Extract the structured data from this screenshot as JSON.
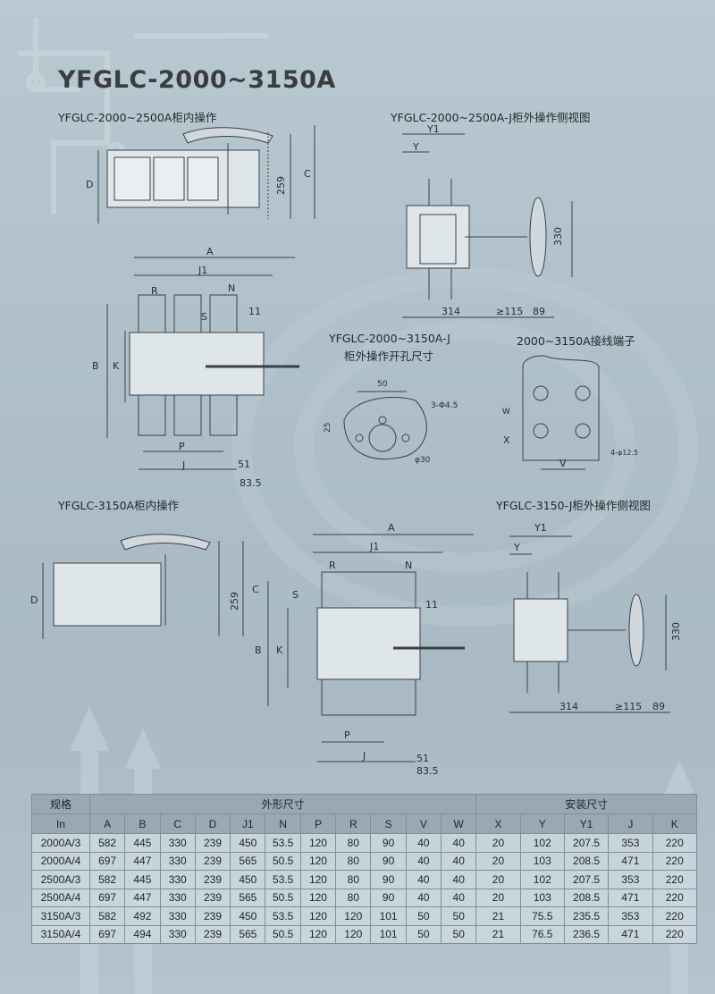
{
  "title": "YFGLC-2000~3150A",
  "drawings": {
    "d1": {
      "caption": "YFGLC-2000~2500A柜内操作",
      "labels": [
        "D",
        "259",
        "C"
      ]
    },
    "d2": {
      "caption": "YFGLC-2000~2500A-J柜外操作侧视图",
      "labels": [
        "Y1",
        "Y",
        "330",
        "314",
        "≥115",
        "89"
      ]
    },
    "d3": {
      "labels": [
        "A",
        "J1",
        "R",
        "N",
        "S",
        "11",
        "B",
        "K",
        "P",
        "J",
        "51",
        "83.5"
      ]
    },
    "d4": {
      "caption_line1": "YFGLC-2000~3150A-J",
      "caption_line2": "柜外操作开孔尺寸",
      "labels": [
        "50",
        "3-Φ4.5",
        "25",
        "φ30"
      ]
    },
    "d5": {
      "caption": "2000~3150A接线端子",
      "labels": [
        "W",
        "X",
        "V",
        "4-φ12.5"
      ]
    },
    "d6": {
      "caption": "YFGLC-3150A柜内操作",
      "labels": [
        "D",
        "259",
        "C"
      ]
    },
    "d7": {
      "labels": [
        "A",
        "J1",
        "R",
        "N",
        "S",
        "11",
        "B",
        "K",
        "P",
        "J",
        "51",
        "83.5"
      ]
    },
    "d8": {
      "caption": "YFGLC-3150-J柜外操作侧视图",
      "labels": [
        "Y1",
        "Y",
        "330",
        "314",
        "≥115",
        "89"
      ]
    }
  },
  "table": {
    "group_headers": {
      "spec": "规格",
      "outline": "外形尺寸",
      "install": "安装尺寸"
    },
    "columns": [
      "In",
      "A",
      "B",
      "C",
      "D",
      "J1",
      "N",
      "P",
      "R",
      "S",
      "V",
      "W",
      "X",
      "Y",
      "Y1",
      "J",
      "K"
    ],
    "rows": [
      [
        "2000A/3",
        "582",
        "445",
        "330",
        "239",
        "450",
        "53.5",
        "120",
        "80",
        "90",
        "40",
        "40",
        "20",
        "102",
        "207.5",
        "353",
        "220"
      ],
      [
        "2000A/4",
        "697",
        "447",
        "330",
        "239",
        "565",
        "50.5",
        "120",
        "80",
        "90",
        "40",
        "40",
        "20",
        "103",
        "208.5",
        "471",
        "220"
      ],
      [
        "2500A/3",
        "582",
        "445",
        "330",
        "239",
        "450",
        "53.5",
        "120",
        "80",
        "90",
        "40",
        "40",
        "20",
        "102",
        "207.5",
        "353",
        "220"
      ],
      [
        "2500A/4",
        "697",
        "447",
        "330",
        "239",
        "565",
        "50.5",
        "120",
        "80",
        "90",
        "40",
        "40",
        "20",
        "103",
        "208.5",
        "471",
        "220"
      ],
      [
        "3150A/3",
        "582",
        "492",
        "330",
        "239",
        "450",
        "53.5",
        "120",
        "120",
        "101",
        "50",
        "50",
        "21",
        "75.5",
        "235.5",
        "353",
        "220"
      ],
      [
        "3150A/4",
        "697",
        "494",
        "330",
        "239",
        "565",
        "50.5",
        "120",
        "120",
        "101",
        "50",
        "50",
        "21",
        "76.5",
        "236.5",
        "471",
        "220"
      ]
    ]
  }
}
